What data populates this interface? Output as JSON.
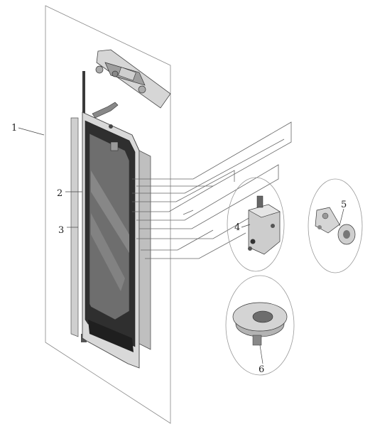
{
  "callouts": [
    {
      "id": "1",
      "label": "1"
    },
    {
      "id": "2",
      "label": "2"
    },
    {
      "id": "3",
      "label": "3"
    },
    {
      "id": "4",
      "label": "4"
    },
    {
      "id": "5",
      "label": "5"
    },
    {
      "id": "6",
      "label": "6"
    }
  ],
  "colors": {
    "line": "#555555",
    "frame": "#c8c8c8",
    "glass": "#7a7a7a",
    "dark": "#2a2a2a",
    "part": "#bdbdbd",
    "bubble": "#9a9a9a"
  }
}
